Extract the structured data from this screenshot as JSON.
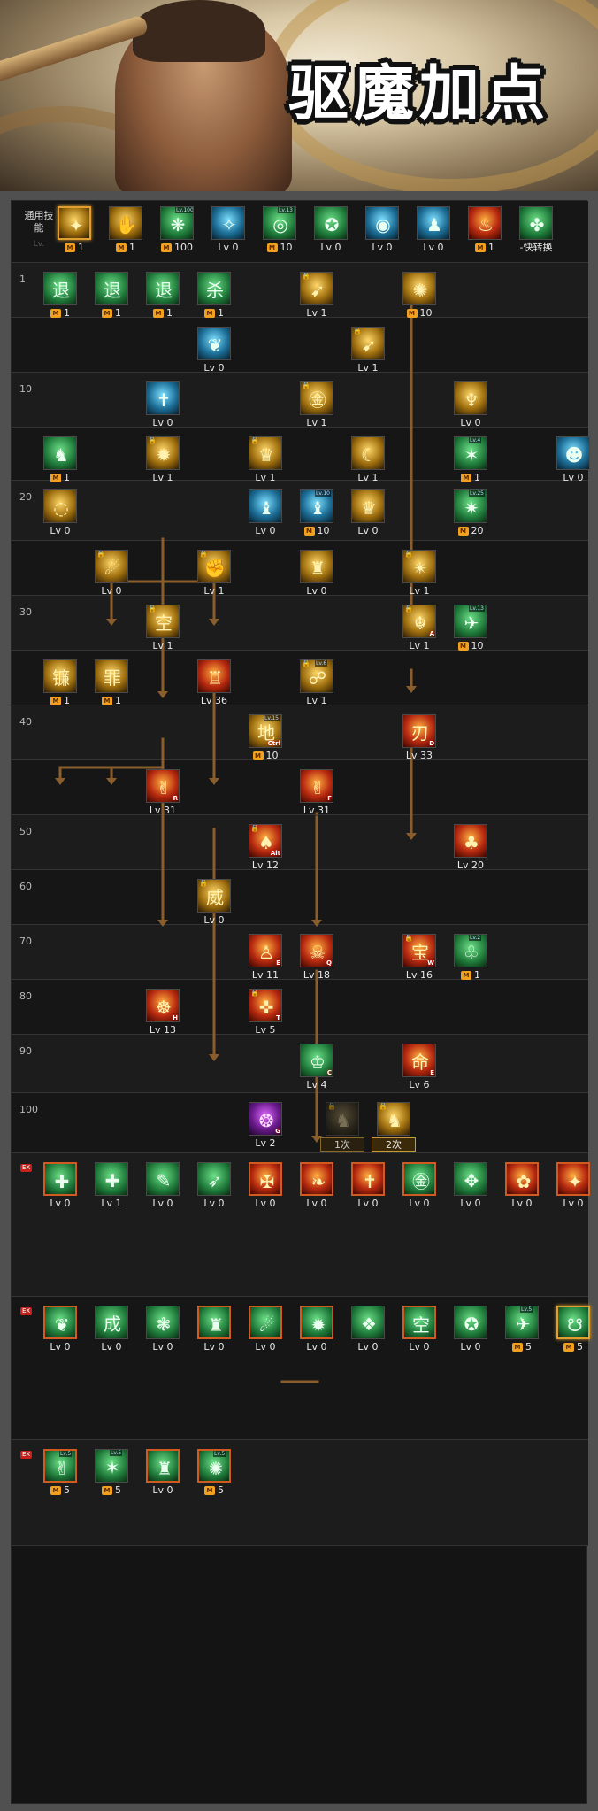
{
  "banner": {
    "title": "驱魔加点"
  },
  "general": {
    "label": "通用技能",
    "label_sub": "Lv."
  },
  "level_labels": [
    "1",
    "10",
    "20",
    "30",
    "40",
    "50",
    "60",
    "70",
    "80",
    "90",
    "100"
  ],
  "awakening_tag": "EX",
  "skills": [
    {
      "row": 0,
      "col": 0,
      "label": "1",
      "m": true,
      "glyph": "✦",
      "tone": "gold",
      "sel": true
    },
    {
      "row": 0,
      "col": 1,
      "label": "1",
      "m": true,
      "glyph": "✋",
      "tone": "gold"
    },
    {
      "row": 0,
      "col": 2,
      "label": "100",
      "m": true,
      "glyph": "❋",
      "tone": "green",
      "tag": "Lv.100"
    },
    {
      "row": 0,
      "col": 3,
      "label": "Lv 0",
      "glyph": "✧",
      "tone": "blue"
    },
    {
      "row": 0,
      "col": 4,
      "label": "10",
      "m": true,
      "glyph": "◎",
      "tone": "green",
      "tag": "Lv.13"
    },
    {
      "row": 0,
      "col": 5,
      "label": "Lv 0",
      "glyph": "✪",
      "tone": "green"
    },
    {
      "row": 0,
      "col": 6,
      "label": "Lv 0",
      "glyph": "◉",
      "tone": "blue"
    },
    {
      "row": 0,
      "col": 7,
      "label": "Lv 0",
      "glyph": "♟",
      "tone": "blue"
    },
    {
      "row": 0,
      "col": 8,
      "label": "1",
      "m": true,
      "glyph": "♨",
      "tone": "red"
    },
    {
      "row": 0,
      "col": 9,
      "label": "-快转换",
      "glyph": "✤",
      "tone": "green"
    },
    {
      "row": 1,
      "col": 0,
      "label": "1",
      "m": true,
      "glyph": "退",
      "tone": "green"
    },
    {
      "row": 1,
      "col": 1,
      "label": "1",
      "m": true,
      "glyph": "退",
      "tone": "green"
    },
    {
      "row": 1,
      "col": 2,
      "label": "1",
      "m": true,
      "glyph": "退",
      "tone": "green"
    },
    {
      "row": 1,
      "col": 3,
      "label": "1",
      "m": true,
      "glyph": "杀",
      "tone": "green"
    },
    {
      "row": 1,
      "col": 5,
      "label": "Lv 1",
      "glyph": "➹",
      "tone": "gold",
      "lock": true
    },
    {
      "row": 1,
      "col": 7,
      "label": "10",
      "m": true,
      "glyph": "✺",
      "tone": "gold"
    },
    {
      "row": 2,
      "col": 3,
      "label": "Lv 0",
      "glyph": "❦",
      "tone": "blue"
    },
    {
      "row": 2,
      "col": 6,
      "label": "Lv 1",
      "glyph": "➹",
      "tone": "gold",
      "lock": true
    },
    {
      "row": 3,
      "col": 2,
      "label": "Lv 0",
      "glyph": "✝",
      "tone": "blue"
    },
    {
      "row": 3,
      "col": 5,
      "label": "Lv 1",
      "glyph": "㊎",
      "tone": "gold",
      "lock": true
    },
    {
      "row": 3,
      "col": 8,
      "label": "Lv 0",
      "glyph": "♆",
      "tone": "gold"
    },
    {
      "row": 4,
      "col": 0,
      "label": "1",
      "m": true,
      "glyph": "♞",
      "tone": "green"
    },
    {
      "row": 4,
      "col": 2,
      "label": "Lv 1",
      "glyph": "✹",
      "tone": "gold",
      "lock": true
    },
    {
      "row": 4,
      "col": 4,
      "label": "Lv 1",
      "glyph": "♛",
      "tone": "gold",
      "lock": true
    },
    {
      "row": 4,
      "col": 6,
      "label": "Lv 1",
      "glyph": "☾",
      "tone": "gold"
    },
    {
      "row": 4,
      "col": 8,
      "label": "1",
      "m": true,
      "glyph": "✶",
      "tone": "green",
      "tag": "Lv.4"
    },
    {
      "row": 4,
      "col": 10,
      "label": "Lv 0",
      "glyph": "☻",
      "tone": "blue"
    },
    {
      "row": 5,
      "col": 0,
      "label": "Lv 0",
      "glyph": "◌",
      "tone": "gold"
    },
    {
      "row": 5,
      "col": 4,
      "label": "Lv 0",
      "glyph": "♝",
      "tone": "blue"
    },
    {
      "row": 5,
      "col": 5,
      "label": "10",
      "m": true,
      "glyph": "♝",
      "tone": "blue",
      "tag": "Lv.10"
    },
    {
      "row": 5,
      "col": 6,
      "label": "Lv 0",
      "glyph": "♛",
      "tone": "gold"
    },
    {
      "row": 5,
      "col": 8,
      "label": "20",
      "m": true,
      "glyph": "✷",
      "tone": "green",
      "tag": "Lv.25"
    },
    {
      "row": 6,
      "col": 1,
      "label": "Lv 0",
      "glyph": "☄",
      "tone": "gold",
      "lock": true
    },
    {
      "row": 6,
      "col": 3,
      "label": "Lv 1",
      "glyph": "✊",
      "tone": "gold",
      "lock": true
    },
    {
      "row": 6,
      "col": 5,
      "label": "Lv 0",
      "glyph": "♜",
      "tone": "gold"
    },
    {
      "row": 6,
      "col": 7,
      "label": "Lv 1",
      "glyph": "✴",
      "tone": "gold",
      "lock": true
    },
    {
      "row": 7,
      "col": 2,
      "label": "Lv 1",
      "glyph": "空",
      "tone": "gold",
      "lock": true
    },
    {
      "row": 7,
      "col": 7,
      "label": "Lv 1",
      "glyph": "☬",
      "tone": "gold",
      "lock": true,
      "key": "A"
    },
    {
      "row": 7,
      "col": 8,
      "label": "10",
      "m": true,
      "glyph": "✈",
      "tone": "green",
      "tag": "Lv.13"
    },
    {
      "row": 8,
      "col": 0,
      "label": "1",
      "m": true,
      "glyph": "镰",
      "tone": "gold"
    },
    {
      "row": 8,
      "col": 1,
      "label": "1",
      "m": true,
      "glyph": "罪",
      "tone": "gold"
    },
    {
      "row": 8,
      "col": 3,
      "label": "Lv 36",
      "glyph": "♖",
      "tone": "red"
    },
    {
      "row": 8,
      "col": 5,
      "label": "Lv 1",
      "glyph": "☍",
      "tone": "gold",
      "lock": true,
      "tag": "Lv.6"
    },
    {
      "row": 9,
      "col": 4,
      "label": "10",
      "m": true,
      "glyph": "地",
      "tone": "gold",
      "tag": "Lv.15",
      "key": "Ctrl"
    },
    {
      "row": 9,
      "col": 7,
      "label": "Lv 33",
      "glyph": "刃",
      "tone": "red",
      "key": "D"
    },
    {
      "row": 10,
      "col": 2,
      "label": "Lv 31",
      "glyph": "✌",
      "tone": "red",
      "key": "R"
    },
    {
      "row": 10,
      "col": 5,
      "label": "Lv 31",
      "glyph": "✌",
      "tone": "red",
      "key": "F"
    },
    {
      "row": 11,
      "col": 4,
      "label": "Lv 12",
      "glyph": "♠",
      "tone": "red",
      "lock": true,
      "key": "Alt"
    },
    {
      "row": 11,
      "col": 8,
      "label": "Lv 20",
      "glyph": "♣",
      "tone": "red"
    },
    {
      "row": 12,
      "col": 3,
      "label": "Lv 0",
      "glyph": "威",
      "tone": "gold",
      "lock": true
    },
    {
      "row": 13,
      "col": 4,
      "label": "Lv 11",
      "glyph": "♙",
      "tone": "red",
      "key": "E"
    },
    {
      "row": 13,
      "col": 5,
      "label": "Lv 18",
      "glyph": "☠",
      "tone": "red",
      "key": "Q"
    },
    {
      "row": 13,
      "col": 7,
      "label": "Lv 16",
      "glyph": "宝",
      "tone": "red",
      "lock": true,
      "key": "W"
    },
    {
      "row": 13,
      "col": 8,
      "label": "1",
      "m": true,
      "glyph": "♧",
      "tone": "green",
      "tag": "Lv.2"
    },
    {
      "row": 14,
      "col": 2,
      "label": "Lv 13",
      "glyph": "☸",
      "tone": "red",
      "key": "H"
    },
    {
      "row": 14,
      "col": 4,
      "label": "Lv 5",
      "glyph": "✜",
      "tone": "red",
      "lock": true,
      "key": "T"
    },
    {
      "row": 15,
      "col": 5,
      "label": "Lv 4",
      "glyph": "♔",
      "tone": "green",
      "key": "C"
    },
    {
      "row": 15,
      "col": 7,
      "label": "Lv 6",
      "glyph": "命",
      "tone": "red",
      "key": "E"
    },
    {
      "row": 16,
      "col": 4,
      "label": "Lv 2",
      "glyph": "❂",
      "tone": "purple",
      "key": "G"
    },
    {
      "row": 16,
      "col": 5.5,
      "label": "1次",
      "glyph": "♞",
      "tone": "dark",
      "lock": true,
      "dim": true
    },
    {
      "row": 16,
      "col": 6.5,
      "label": "2次",
      "glyph": "♞",
      "tone": "gold",
      "lock": true,
      "sel2": true
    },
    {
      "row": 17,
      "col": 0,
      "label": "Lv 0",
      "glyph": "✚",
      "tone": "green",
      "awk": true
    },
    {
      "row": 17,
      "col": 1,
      "label": "Lv 1",
      "glyph": "✚",
      "tone": "green"
    },
    {
      "row": 17,
      "col": 2,
      "label": "Lv 0",
      "glyph": "✎",
      "tone": "green"
    },
    {
      "row": 17,
      "col": 3,
      "label": "Lv 0",
      "glyph": "➶",
      "tone": "green"
    },
    {
      "row": 17,
      "col": 4,
      "label": "Lv 0",
      "glyph": "✠",
      "tone": "red",
      "awk": true
    },
    {
      "row": 17,
      "col": 5,
      "label": "Lv 0",
      "glyph": "❧",
      "tone": "red",
      "awk": true
    },
    {
      "row": 17,
      "col": 6,
      "label": "Lv 0",
      "glyph": "✝",
      "tone": "red",
      "awk": true
    },
    {
      "row": 17,
      "col": 7,
      "label": "Lv 0",
      "glyph": "㊎",
      "tone": "green",
      "awk": true
    },
    {
      "row": 17,
      "col": 8,
      "label": "Lv 0",
      "glyph": "✥",
      "tone": "green"
    },
    {
      "row": 17,
      "col": 9,
      "label": "Lv 0",
      "glyph": "✿",
      "tone": "red",
      "awk": true
    },
    {
      "row": 17,
      "col": 10,
      "label": "Lv 0",
      "glyph": "✦",
      "tone": "red",
      "awk": true
    },
    {
      "row": 18,
      "col": 0,
      "label": "Lv 0",
      "glyph": "❦",
      "tone": "green",
      "awk": true
    },
    {
      "row": 18,
      "col": 1,
      "label": "Lv 0",
      "glyph": "成",
      "tone": "green"
    },
    {
      "row": 18,
      "col": 2,
      "label": "Lv 0",
      "glyph": "❃",
      "tone": "green"
    },
    {
      "row": 18,
      "col": 3,
      "label": "Lv 0",
      "glyph": "♜",
      "tone": "green",
      "awk": true
    },
    {
      "row": 18,
      "col": 4,
      "label": "Lv 0",
      "glyph": "☄",
      "tone": "green",
      "awk": true
    },
    {
      "row": 18,
      "col": 5,
      "label": "Lv 0",
      "glyph": "✹",
      "tone": "green",
      "awk": true
    },
    {
      "row": 18,
      "col": 6,
      "label": "Lv 0",
      "glyph": "❖",
      "tone": "green"
    },
    {
      "row": 18,
      "col": 7,
      "label": "Lv 0",
      "glyph": "空",
      "tone": "green",
      "awk": true
    },
    {
      "row": 18,
      "col": 8,
      "label": "Lv 0",
      "glyph": "✪",
      "tone": "green"
    },
    {
      "row": 18,
      "col": 9,
      "label": "5",
      "m": true,
      "glyph": "✈",
      "tone": "green",
      "tag": "Lv.5"
    },
    {
      "row": 18,
      "col": 10,
      "label": "5",
      "m": true,
      "glyph": "☋",
      "tone": "green",
      "sel": true
    },
    {
      "row": 19,
      "col": 0,
      "label": "5",
      "m": true,
      "glyph": "✌",
      "tone": "green",
      "tag": "Lv.5",
      "awk": true
    },
    {
      "row": 19,
      "col": 1,
      "label": "5",
      "m": true,
      "glyph": "✶",
      "tone": "green",
      "tag": "Lv.5"
    },
    {
      "row": 19,
      "col": 2,
      "label": "Lv 0",
      "glyph": "♜",
      "tone": "green",
      "awk": true
    },
    {
      "row": 19,
      "col": 3,
      "label": "5",
      "m": true,
      "glyph": "✺",
      "tone": "green",
      "tag": "Lv.5",
      "awk": true
    }
  ]
}
